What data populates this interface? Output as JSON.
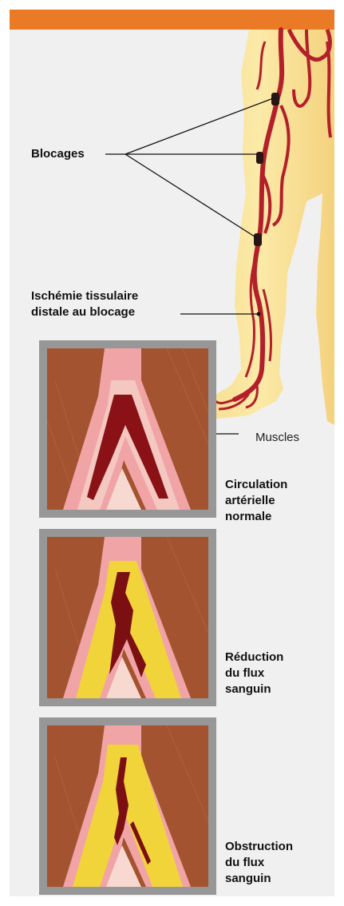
{
  "colors": {
    "header_bar": "#ea7a26",
    "panel_bg": "#f0f0f0",
    "skin": "#fbeaa6",
    "artery": "#b3202a",
    "blockage": "#2a1515",
    "muscle": "#a55430",
    "frame": "#979797",
    "plaque": "#f1d33a"
  },
  "labels": {
    "blockages": "Blocages",
    "ischemia": [
      "Ischémie tissulaire",
      "distale au blocage"
    ],
    "muscles": "Muscles"
  },
  "panels": [
    {
      "state": "normal",
      "caption": [
        "Circulation",
        "artérielle",
        "normale"
      ]
    },
    {
      "state": "reduced",
      "caption": [
        "Réduction",
        "du flux",
        "sanguin"
      ]
    },
    {
      "state": "obstructed",
      "caption": [
        "Obstruction",
        "du flux",
        "sanguin"
      ]
    }
  ]
}
